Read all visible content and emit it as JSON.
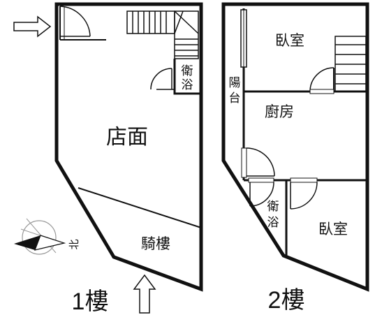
{
  "floor1": {
    "label": "1樓",
    "rooms": {
      "store": "店面",
      "bath": "衛浴",
      "arcade": "騎樓"
    }
  },
  "floor2": {
    "label": "2樓",
    "rooms": {
      "bedroom_top": "臥室",
      "balcony": "陽台",
      "kitchen": "廚房",
      "bath": "衛浴",
      "bedroom_bottom": "臥室"
    }
  },
  "compass": {
    "label": "北"
  },
  "colors": {
    "wall": "#111111",
    "line": "#222222",
    "background": "#ffffff"
  }
}
